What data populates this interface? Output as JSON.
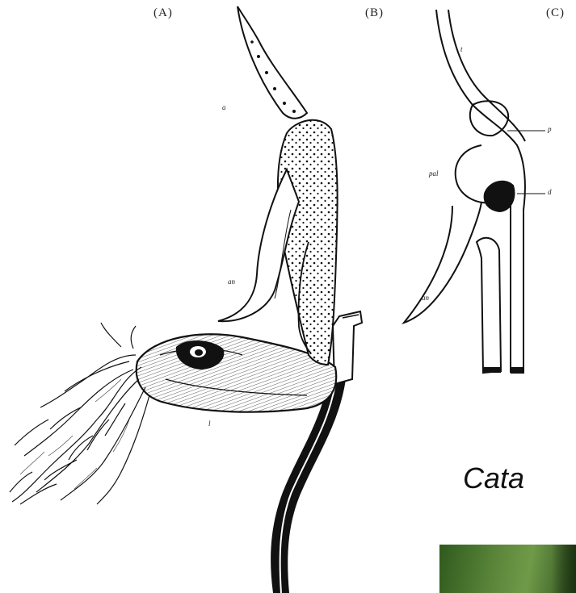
{
  "figure": {
    "panel_labels": [
      "(A)",
      "(B)",
      "(C)"
    ],
    "part_labels": {
      "a": "a",
      "an_b": "an",
      "l": "l",
      "t": "t",
      "p": "p",
      "pal": "pal",
      "d": "d",
      "an_c": "an"
    },
    "caption": "Cata"
  },
  "colors": {
    "ink": "#111111",
    "paper": "#ffffff",
    "photo_green": "#5f8a3d"
  }
}
